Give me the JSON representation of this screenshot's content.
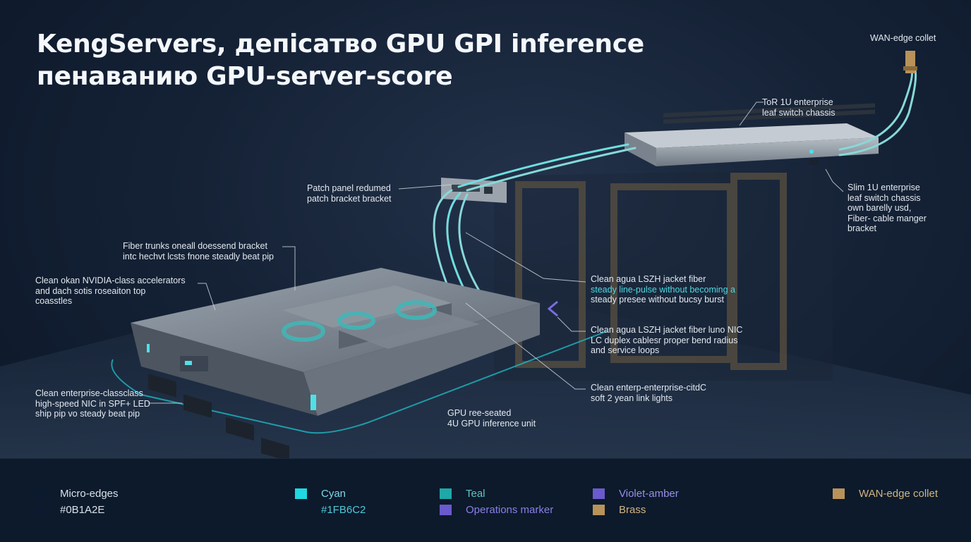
{
  "header": {
    "title_line1": "KengServers, депісатво GPU GPI inference",
    "title_line2": "пенаванию GPU-server-score"
  },
  "callouts": {
    "wan_edge": "WAN-edge collet",
    "tor_switch": [
      "ToR 1U enterprise",
      "leaf switch chassis"
    ],
    "slim_switch": [
      "Slim 1U enterprise",
      "leaf switch chassis",
      "own barelly usd,",
      "Fiber- cable manger",
      "bracket"
    ],
    "patch_panel": [
      "Patch panel redumed",
      "patch bracket bracket"
    ],
    "fiber_trunks": [
      "Fiber trunks oneall doessend bracket",
      "intc hechvt lcsts fnone steadly beat pip"
    ],
    "accelerators": [
      "Clean okan NVIDIA-class accelerators",
      "and dach sotis roseaiton top",
      "coasstles"
    ],
    "aqua_fiber_1": [
      "Clean agua LSZH jacket fiber",
      "steady line-pulse without becoming a",
      "steady presee without bucsy burst"
    ],
    "aqua_fiber_2": [
      "Clean agua LSZH jacket fiber luno NIC",
      "LC duplex cablesr proper bend radius",
      "and service loops"
    ],
    "link_lights": [
      "Clean enterp-enterprise-citdC",
      "soft 2 yean link lights"
    ],
    "nic_led": [
      "Clean enterprise-classclass",
      "high-speed NIC in SPF+ LED",
      "ship pip vo steady beat pip"
    ],
    "gpu_unit": [
      "GPU ree-seated",
      "4U GPU inference unit"
    ]
  },
  "legend": {
    "col1": {
      "line1": "Micro-edges",
      "line2": "#0B1A2E",
      "color": "#0B1A2E"
    },
    "col2": {
      "line1": "Cyan",
      "line2": "#1FB6C2",
      "color": "#1FD8E0"
    },
    "col3": {
      "line1": "Teal",
      "line2": "Operations marker",
      "color1": "#1FA8A8",
      "color2": "#6A5ACD"
    },
    "col4": {
      "line1": "Violet-amber",
      "line2": "Brass",
      "color1": "#6A5ACD",
      "color2": "#B8925A"
    },
    "col5": {
      "line1": "WAN-edge collet",
      "color": "#B8925A"
    }
  },
  "colors": {
    "background": "#0B1A2E",
    "fiber_aqua": "#7FD3D3",
    "brass": "#B8925A",
    "violet": "#7B6CE0",
    "cyan_glow": "#1FB6C2"
  }
}
